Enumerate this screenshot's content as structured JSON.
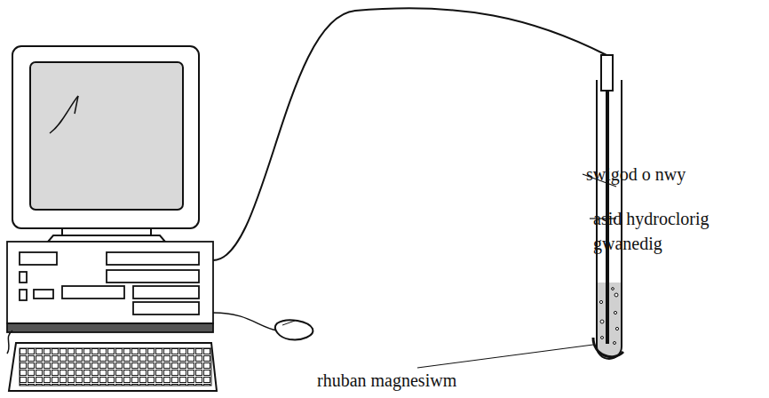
{
  "diagram": {
    "labels": [
      "swigod o nwy",
      "asid hydroclorig gwanedig",
      "rhuban magnesiwm"
    ]
  }
}
